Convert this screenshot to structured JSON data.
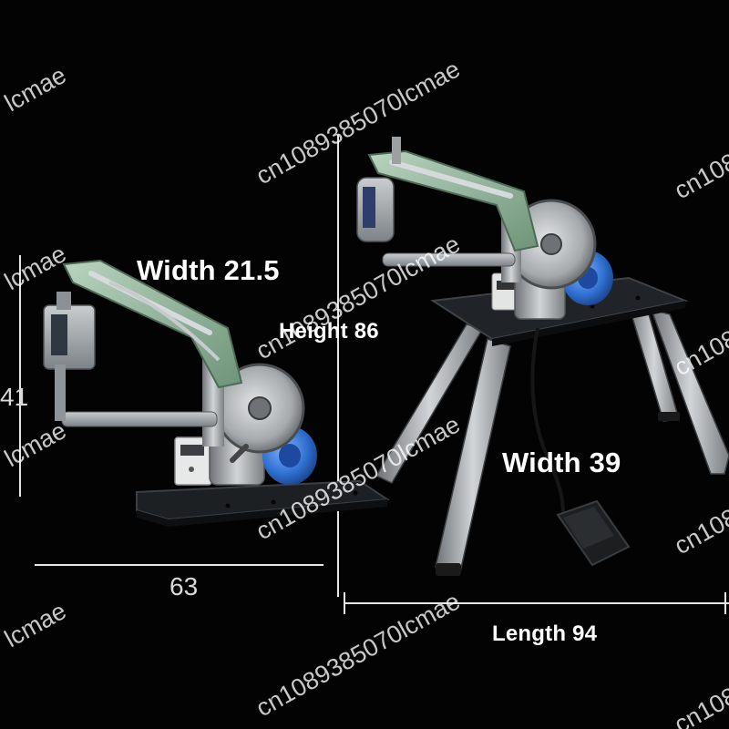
{
  "dimension_labels": {
    "left_width": "Width 21.5",
    "left_height_partial": "41",
    "left_length": "63",
    "right_height": "Height 86",
    "right_width": "Width 39",
    "right_length": "Length 94"
  },
  "watermark": {
    "full_text": "cn1089385070lcmae",
    "partial_left": "lcmae",
    "partial_right": "cn108"
  },
  "colors": {
    "background": "#030303",
    "machine_green": "#8fb39a",
    "motor_blue": "#2f6fd0",
    "steel": "#a9acae",
    "label_text": "#ffffff"
  }
}
